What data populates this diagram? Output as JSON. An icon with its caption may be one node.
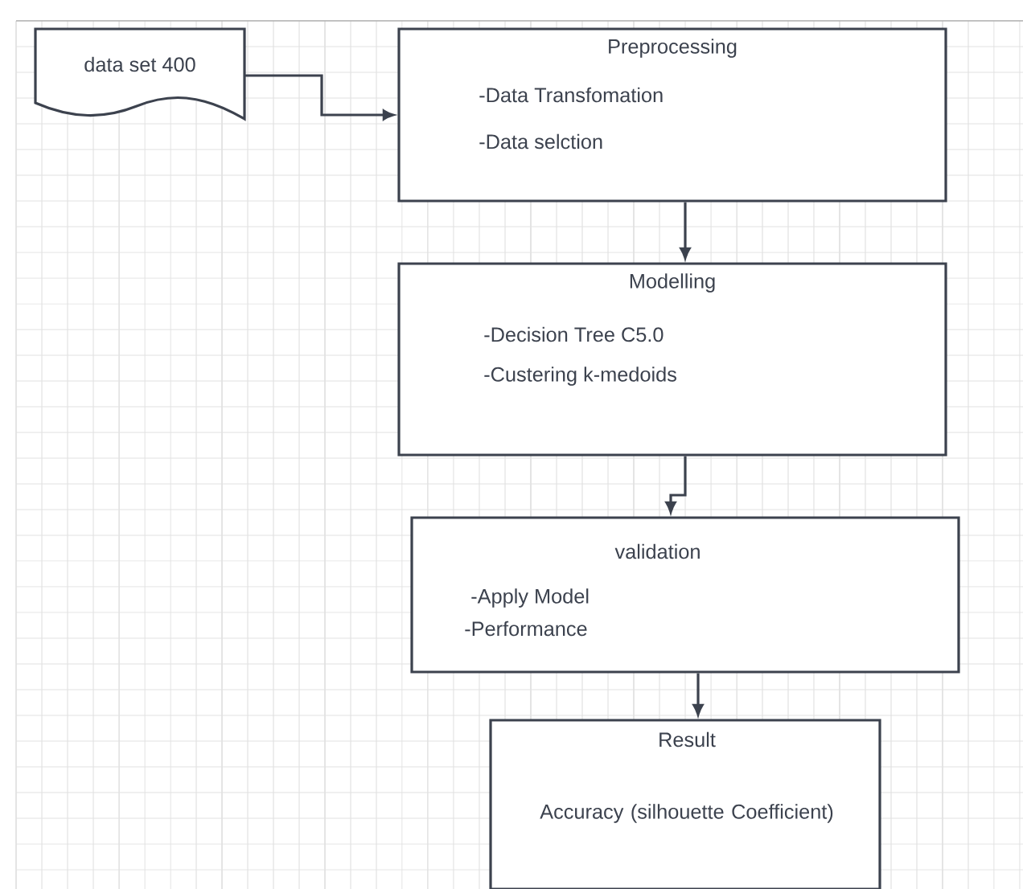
{
  "diagram": {
    "nodes": [
      {
        "text": [
          "data set 400"
        ]
      },
      {
        "text": [
          "Preprocessing",
          "-Data Transfomation",
          "-Data selction"
        ]
      },
      {
        "text": [
          "Modelling",
          "-Decision Tree C5.0",
          "-Custering k-medoids"
        ]
      },
      {
        "text": [
          "validation",
          "-Apply Model",
          "-Performance"
        ]
      },
      {
        "text": [
          "Result",
          "Accuracy (silhouette Coefficient)"
        ]
      }
    ],
    "edges": [
      {
        "from": 0,
        "to": 1,
        "arrow": "to"
      },
      {
        "from": 1,
        "to": 2,
        "arrow": "to"
      },
      {
        "from": 2,
        "to": 3,
        "arrow": "to"
      },
      {
        "from": 3,
        "to": 4,
        "arrow": "to"
      }
    ]
  }
}
